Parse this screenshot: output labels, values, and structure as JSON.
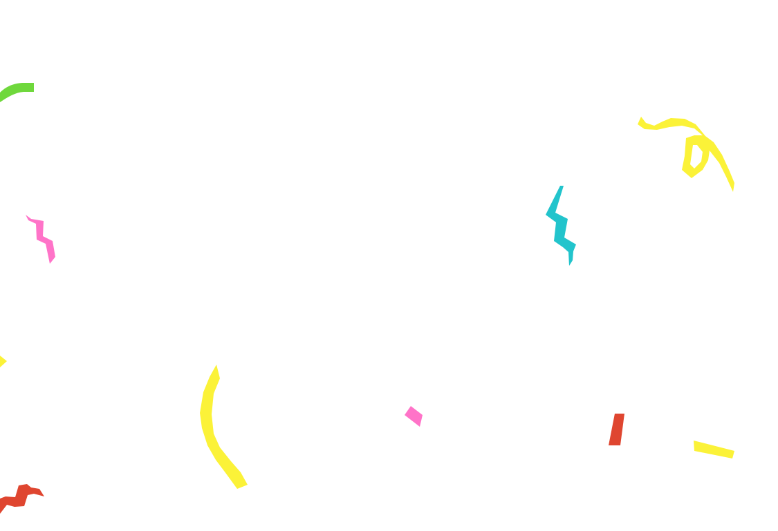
{
  "canvas": {
    "background": "#ffffff"
  },
  "palette": {
    "green": "#6fd83c",
    "pink": "#ff73c8",
    "cyan": "#22c4cc",
    "yellow": "#fbf238",
    "red": "#df4630"
  },
  "confetti": [
    {
      "name": "green-curl-top-left",
      "color": "green"
    },
    {
      "name": "pink-zigzag-left",
      "color": "pink"
    },
    {
      "name": "yellow-dot-left-edge",
      "color": "yellow"
    },
    {
      "name": "red-zigzag-bottom-left",
      "color": "red"
    },
    {
      "name": "yellow-arc-center-left",
      "color": "yellow"
    },
    {
      "name": "pink-diamond-center",
      "color": "pink"
    },
    {
      "name": "cyan-zigzag-right",
      "color": "cyan"
    },
    {
      "name": "yellow-loop-top-right",
      "color": "yellow"
    },
    {
      "name": "red-strip-right",
      "color": "red"
    },
    {
      "name": "yellow-strip-bottom-right",
      "color": "yellow"
    }
  ]
}
